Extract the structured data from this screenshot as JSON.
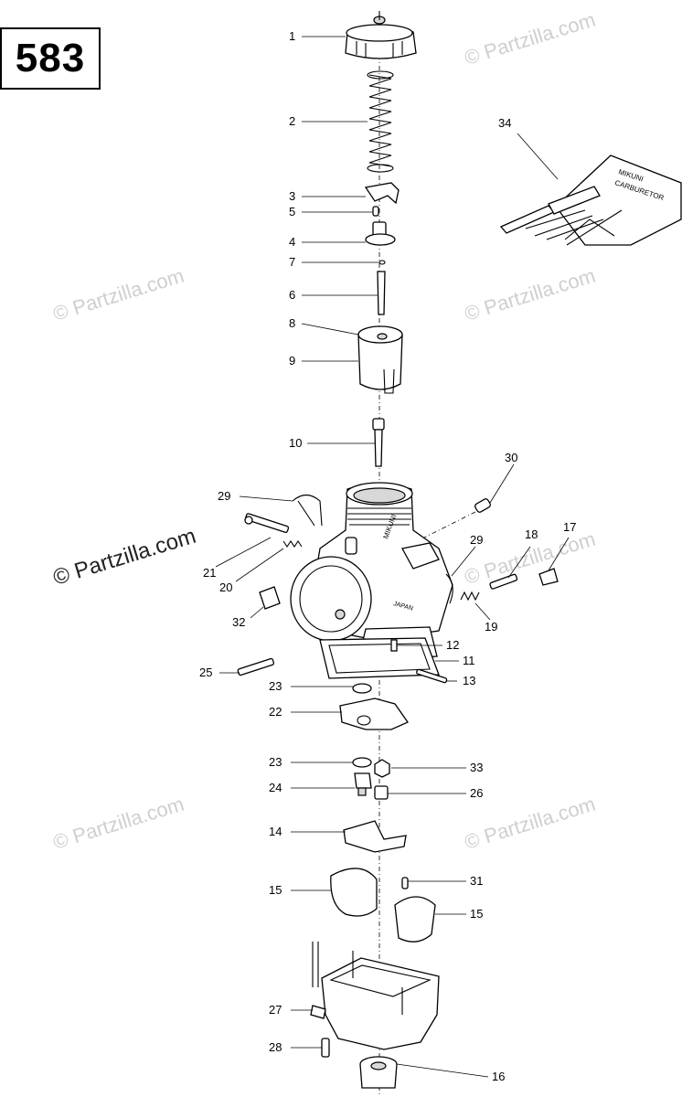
{
  "diagram_number": "583",
  "watermark": "© Partzilla.com",
  "callouts": [
    {
      "id": "c1",
      "text": "1"
    },
    {
      "id": "c2",
      "text": "2"
    },
    {
      "id": "c3",
      "text": "3"
    },
    {
      "id": "c5",
      "text": "5"
    },
    {
      "id": "c4",
      "text": "4"
    },
    {
      "id": "c7",
      "text": "7"
    },
    {
      "id": "c6",
      "text": "6"
    },
    {
      "id": "c8",
      "text": "8"
    },
    {
      "id": "c9",
      "text": "9"
    },
    {
      "id": "c10",
      "text": "10"
    },
    {
      "id": "c34",
      "text": "34"
    },
    {
      "id": "c30",
      "text": "30"
    },
    {
      "id": "c29a",
      "text": "29"
    },
    {
      "id": "c29b",
      "text": "29"
    },
    {
      "id": "c18",
      "text": "18"
    },
    {
      "id": "c17",
      "text": "17"
    },
    {
      "id": "c21",
      "text": "21"
    },
    {
      "id": "c20",
      "text": "20"
    },
    {
      "id": "c19",
      "text": "19"
    },
    {
      "id": "c32",
      "text": "32"
    },
    {
      "id": "c12",
      "text": "12"
    },
    {
      "id": "c11",
      "text": "11"
    },
    {
      "id": "c25",
      "text": "25"
    },
    {
      "id": "c13",
      "text": "13"
    },
    {
      "id": "c23a",
      "text": "23"
    },
    {
      "id": "c22",
      "text": "22"
    },
    {
      "id": "c23b",
      "text": "23"
    },
    {
      "id": "c33",
      "text": "33"
    },
    {
      "id": "c24",
      "text": "24"
    },
    {
      "id": "c26",
      "text": "26"
    },
    {
      "id": "c14",
      "text": "14"
    },
    {
      "id": "c15a",
      "text": "15"
    },
    {
      "id": "c31",
      "text": "31"
    },
    {
      "id": "c15b",
      "text": "15"
    },
    {
      "id": "c27",
      "text": "27"
    },
    {
      "id": "c28",
      "text": "28"
    },
    {
      "id": "c16",
      "text": "16"
    }
  ],
  "kit_label_lines": [
    "MIKUNI",
    "CARBURETOR"
  ],
  "body_marking": "MIKUNI",
  "body_marking_2": "JAPAN"
}
